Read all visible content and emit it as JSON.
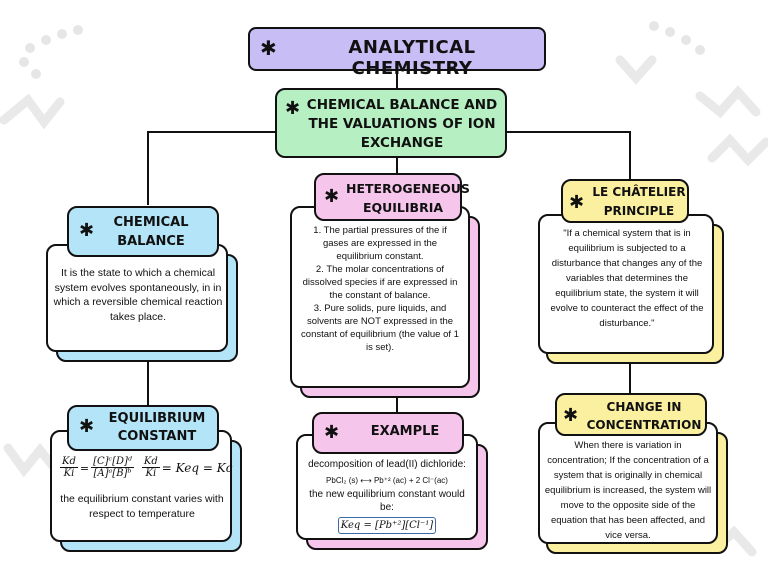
{
  "title": "ANALYTICAL CHEMISTRY",
  "subtitle": "CHEMICAL BALANCE AND THE VALUATIONS OF ION EXCHANGE",
  "star_glyph": "✱",
  "colors": {
    "purple": "#c9bdf6",
    "green": "#b6f0c2",
    "blue": "#b3e4f7",
    "pink": "#f5c5ec",
    "yellow": "#faf0a0",
    "outline": "#111111"
  },
  "chemical_balance": {
    "title": "CHEMICAL BALANCE",
    "text": "It is the state to which a chemical system evolves spontaneously, in in which a reversible chemical reaction takes place."
  },
  "equilibrium_constant": {
    "title": "EQUILIBRIUM CONSTANT",
    "formula": {
      "lhs_num": "Kd",
      "lhs_den": "Ki",
      "eq1": "=",
      "mid_num": "[C]ᶜ[D]ᵈ",
      "mid_den": "[A]ᵃ[B]ᵇ",
      "rhs_num": "Kd",
      "rhs_den": "Ki",
      "eq2": "= Keq = Kc"
    },
    "text": "the equilibrium constant varies with respect to temperature"
  },
  "heterogeneous": {
    "title": "HETEROGENEOUS EQUILIBRIA",
    "items": [
      "1. The partial pressures of the if gases are expressed in the equilibrium constant.",
      "2. The molar concentrations of dissolved species if are expressed in the constant of balance.",
      "3. Pure solids, pure liquids, and solvents are NOT expressed in the constant of equilibrium (the value of 1 is set)."
    ]
  },
  "example": {
    "title": "EXAMPLE",
    "line1": "decomposition of lead(II) dichloride:",
    "reaction": "PbCl₂ (s) ⟷ Pb⁺² (ac) + 2 Cl⁻(ac)",
    "line2": "the new equilibrium constant would be:",
    "formula": "Keq = [Pb⁺²][Cl⁻¹]"
  },
  "le_chatelier": {
    "title": "LE CHÂTELIER PRINCIPLE",
    "text": "\"If a chemical system that is in equilibrium is subjected to a disturbance that changes any of the variables that determines the equilibrium state, the system it will evolve to counteract the effect of the disturbance.\""
  },
  "change_concentration": {
    "title": "CHANGE IN CONCENTRATION",
    "text": "When there is variation in concentration; If the concentration of a system that is originally in chemical equilibrium is increased, the system will move to the opposite side of the equation that has been affected, and vice versa."
  }
}
